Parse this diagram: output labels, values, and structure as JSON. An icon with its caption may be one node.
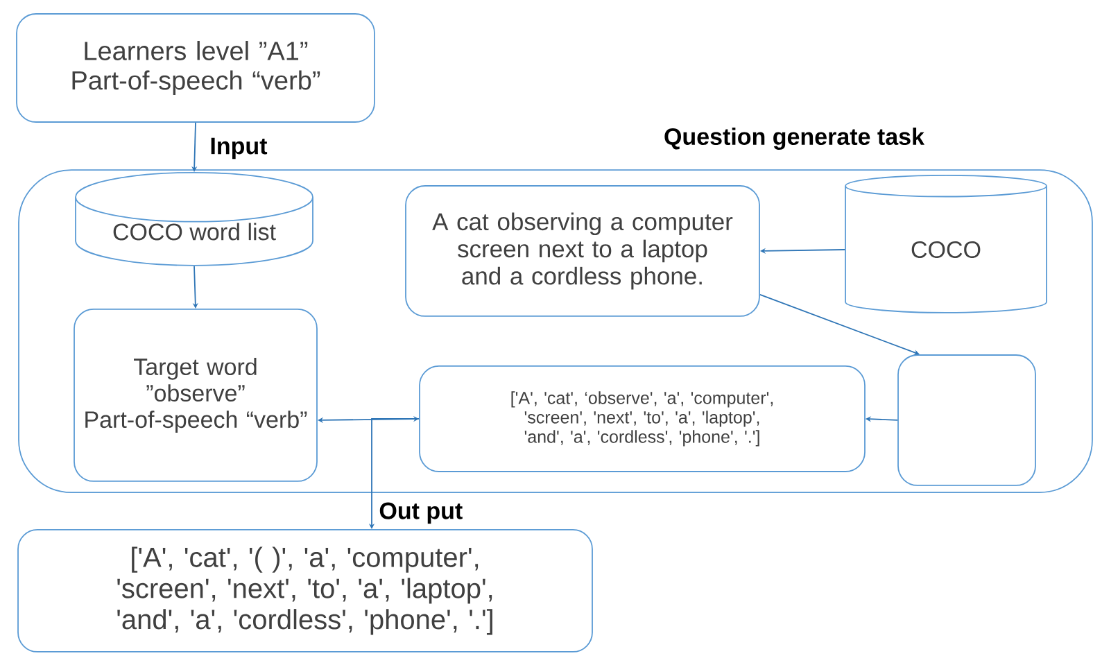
{
  "diagram": {
    "nodes": [
      {
        "text": [
          "Learners level ”A1”",
          "Part-of-speech “verb”"
        ]
      },
      {
        "text": [
          "Question generate task"
        ]
      },
      {
        "text": [
          "COCO word list"
        ],
        "in": 1
      },
      {
        "text": [
          "Target word ”observe”",
          "Part-of-speech “verb”"
        ],
        "in": 1
      },
      {
        "text": [
          "A cat observing a computer screen next to a laptop and a cordless phone."
        ],
        "in": 1
      },
      {
        "text": [
          "COCO"
        ],
        "in": 1
      },
      {
        "text": [
          "['A', 'cat', ‘observe', 'a', 'computer', 'screen', 'next', 'to', 'a', 'laptop', 'and', 'a', 'cordless', 'phone', '.']"
        ],
        "in": 1
      },
      {
        "text": [],
        "shape": "box",
        "in": 1
      },
      {
        "text": [
          "['A', 'cat', '( )', 'a', 'computer', 'screen', 'next', 'to', 'a', 'laptop', 'and', 'a', 'cordless', 'phone', '.']"
        ]
      }
    ],
    "edges": [
      {
        "from": 0,
        "to": 2,
        "arrow": "to",
        "label": "Input"
      },
      {
        "from": 2,
        "to": 3,
        "arrow": "to"
      },
      {
        "from": 5,
        "to": 4,
        "arrow": "to"
      },
      {
        "from": 4,
        "to": 7,
        "arrow": "to"
      },
      {
        "from": 7,
        "to": 6,
        "arrow": "to"
      },
      {
        "from": 3,
        "to": 6,
        "arrow": "both"
      },
      {
        "from": 6,
        "to": 8,
        "arrow": "to",
        "label": "Out put"
      }
    ]
  }
}
